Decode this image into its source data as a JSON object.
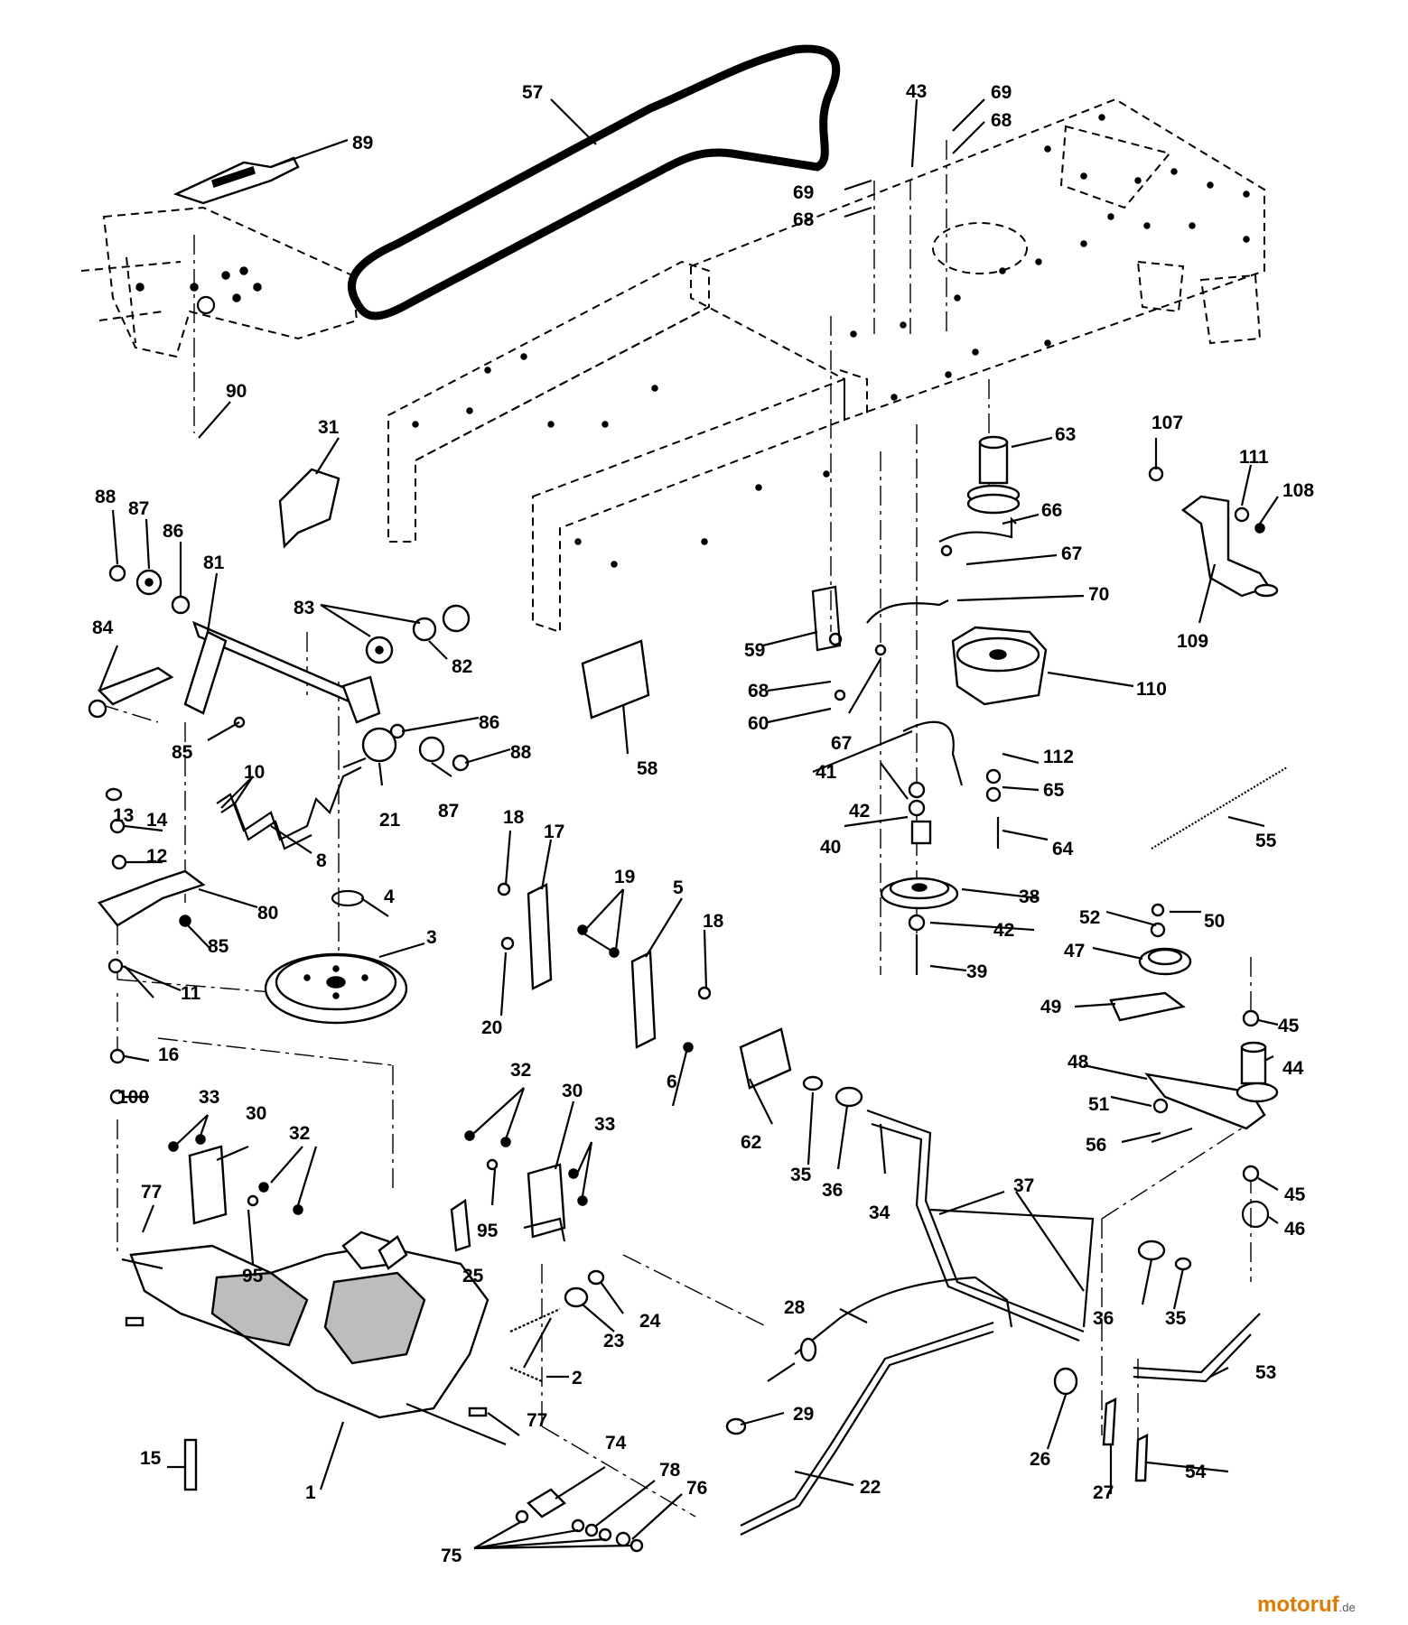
{
  "watermark": {
    "brand_main": "motoruf",
    "brand_suffix": ".de"
  },
  "callouts": {
    "c1": "1",
    "c2": "2",
    "c3": "3",
    "c4": "4",
    "c5": "5",
    "c6": "6",
    "c8": "8",
    "c10": "10",
    "c11": "11",
    "c12": "12",
    "c13": "13",
    "c14": "14",
    "c15": "15",
    "c16": "16",
    "c17": "17",
    "c18a": "18",
    "c18b": "18",
    "c19": "19",
    "c20": "20",
    "c21": "21",
    "c22": "22",
    "c23": "23",
    "c24": "24",
    "c25": "25",
    "c26": "26",
    "c27": "27",
    "c28": "28",
    "c29": "29",
    "c30a": "30",
    "c30b": "30",
    "c31": "31",
    "c32a": "32",
    "c32b": "32",
    "c33a": "33",
    "c33b": "33",
    "c34": "34",
    "c35a": "35",
    "c35b": "35",
    "c36a": "36",
    "c36b": "36",
    "c37": "37",
    "c38": "38",
    "c39": "39",
    "c40": "40",
    "c41": "41",
    "c42a": "42",
    "c42b": "42",
    "c43": "43",
    "c44": "44",
    "c45a": "45",
    "c45b": "45",
    "c46": "46",
    "c47": "47",
    "c48": "48",
    "c49": "49",
    "c50": "50",
    "c51": "51",
    "c52": "52",
    "c53": "53",
    "c54": "54",
    "c55": "55",
    "c56": "56",
    "c57": "57",
    "c58": "58",
    "c59": "59",
    "c60": "60",
    "c62": "62",
    "c63": "63",
    "c64": "64",
    "c65": "65",
    "c66": "66",
    "c67a": "67",
    "c67b": "67",
    "c68a": "68",
    "c68b": "68",
    "c68c": "68",
    "c69a": "69",
    "c69b": "69",
    "c70": "70",
    "c74": "74",
    "c75": "75",
    "c76": "76",
    "c77a": "77",
    "c77b": "77",
    "c78": "78",
    "c80": "80",
    "c81": "81",
    "c82": "82",
    "c83": "83",
    "c84": "84",
    "c85a": "85",
    "c85b": "85",
    "c86a": "86",
    "c86b": "86",
    "c87a": "87",
    "c87b": "87",
    "c88a": "88",
    "c88b": "88",
    "c89": "89",
    "c90": "90",
    "c95a": "95",
    "c95b": "95",
    "c100": "100",
    "c107": "107",
    "c108": "108",
    "c109": "109",
    "c110": "110",
    "c111": "111",
    "c112": "112"
  }
}
